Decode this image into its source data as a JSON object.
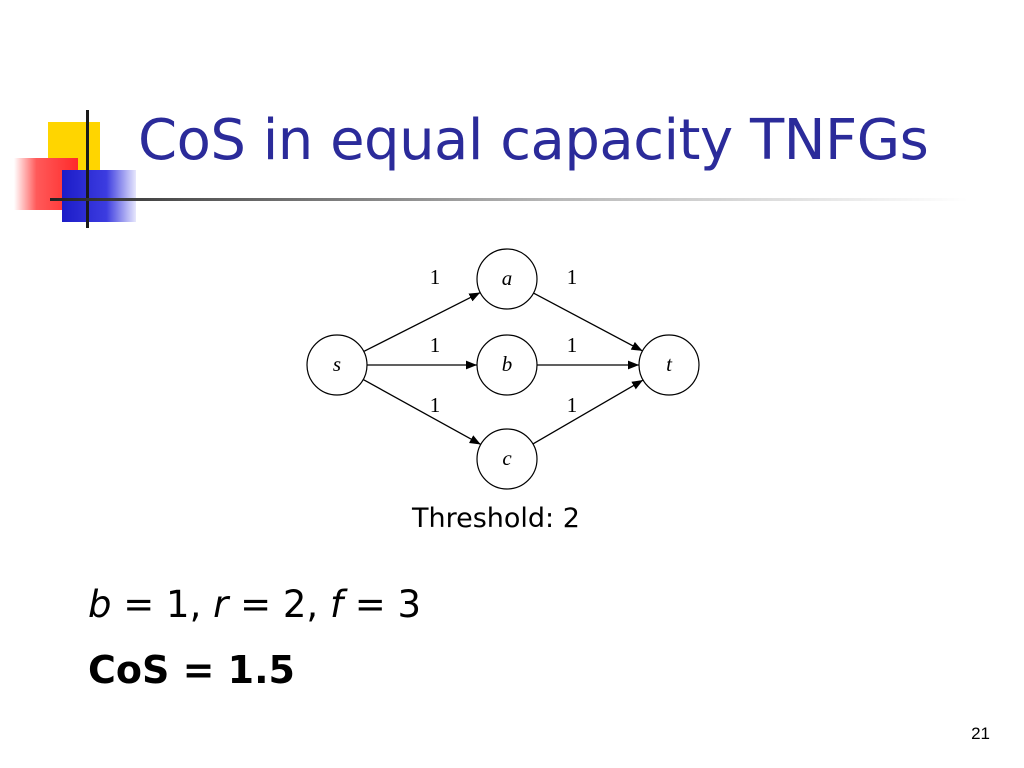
{
  "slide": {
    "title": "CoS in equal capacity TNFGs",
    "threshold_text": "Threshold: 2",
    "params": [
      {
        "var": "b",
        "value": "= 1,"
      },
      {
        "var": "r",
        "value": "= 2,"
      },
      {
        "var": "f",
        "value": "= 3"
      }
    ],
    "cos_text": "CoS = 1.5",
    "slide_number": "21"
  },
  "graph": {
    "nodes": [
      {
        "id": "s",
        "label": "s"
      },
      {
        "id": "a",
        "label": "a"
      },
      {
        "id": "b",
        "label": "b"
      },
      {
        "id": "c",
        "label": "c"
      },
      {
        "id": "t",
        "label": "t"
      }
    ],
    "edges": [
      {
        "from": "s",
        "to": "a",
        "capacity": "1"
      },
      {
        "from": "s",
        "to": "b",
        "capacity": "1"
      },
      {
        "from": "s",
        "to": "c",
        "capacity": "1"
      },
      {
        "from": "a",
        "to": "t",
        "capacity": "1"
      },
      {
        "from": "b",
        "to": "t",
        "capacity": "1"
      },
      {
        "from": "c",
        "to": "t",
        "capacity": "1"
      }
    ]
  },
  "colors": {
    "title": "#2b2b9a",
    "deco_yellow": "#ffd500",
    "deco_red": "#ff2a2a",
    "deco_blue": "#1c1cc8"
  }
}
